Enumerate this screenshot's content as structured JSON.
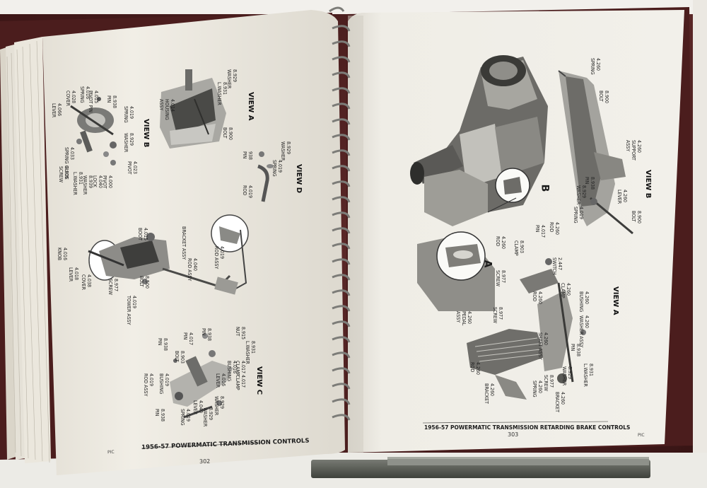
{
  "left_page": {
    "caption": "1956-57 POWERMATIC TRANSMISSION CONTROLS",
    "page_number": "302",
    "corner_mark": "PIC",
    "view_labels": [
      "VIEW B",
      "VIEW A",
      "VIEW D",
      "VIEW C"
    ],
    "part_labels": [
      "4.066\nLEVER",
      "4.028\nCOVER",
      "4.016\nSPRING",
      "4.015\nPIVOT PIN",
      "8.938\nPIN",
      "4.019\nSPRING",
      "4.033\nSPRING GUIDE",
      "8.929\nWASHER",
      "4.023\nPIVOT",
      "8.905\nSCREW",
      "8.931\nL.WASHER",
      "8.939\nWASHER",
      "4.040\nLOCK",
      "4.000\nPIVOT",
      "4.014\nHOUSING\nASSY",
      "8.929\nWASHER",
      "8.931\nL.WASHER",
      "8.900\nBOLT",
      "938\nPIN",
      "8.929\nWASHER",
      "4.019\nSPRING",
      "4.019\nROD",
      "4.016\nKNOB",
      "4.018\nLEVER",
      "4.038\nCOVER",
      "8.977\nSCREW",
      "4.019\nTOWER ASSY",
      "4.015\nBOOT",
      "8.500\nBOLT",
      "BRACKET ASSY",
      "4.019\nROD ASSY",
      "4.040\nROD ASSY",
      "8.938\nPIN",
      "4.017\nPIN",
      "8.938\nPIN",
      "8.915\nNUT",
      "8.931\nL.WASHER",
      "4.019\nROD ASSY",
      "8.903\nBOLT",
      "4.016\nBUSHING",
      "4.017\nCLAMP",
      "4.019\nBUSHING",
      "4.016\nLEVER",
      "4.017\nCLAMP",
      "8.938\nPIN",
      "4.019\nSPRING",
      "4.040\nLEVER",
      "8.929\nWASHER",
      "8.929\nWASHER"
    ]
  },
  "right_page": {
    "caption": "1956-57 POWERMATIC TRANSMISSION RETARDING BRAKE CONTROLS",
    "page_number": "303",
    "corner_mark": "PIC",
    "view_labels": [
      "VIEW B",
      "VIEW A"
    ],
    "callout_letters": [
      "A",
      "B"
    ],
    "part_labels": [
      "4.260\nSPRING",
      "8.900\nBOLT",
      "4.260\nSUPPORT\nASSY",
      "4.260\nLEVER",
      "8.900\nBOLT",
      "8.938\nPIN",
      "8.929\nWASHER",
      "4.019\nSPRING",
      "4.260\nROD",
      "4.260\nROD",
      "8.903\nCLAMP",
      "4.017\nPIN",
      "8.977\nSCREW",
      "2.447\nSWITCH",
      "4.260\nCLAMP",
      "4.260\nROD",
      "4.260\nBUSHING",
      "4.260\nSHAFT ASSY",
      "4.260\nWASHER ASSY",
      "4.260\nPEDAL\nASSY",
      "8.977\nSCREW",
      "4.260\nBRACKET",
      "4.260\nROD",
      "8.938\nPIN",
      "8.931\nL.WASHER",
      "8.929\nWASHER",
      "4.260\nSPRING",
      "8.977\nSCREW",
      "4.260\nBRACKET"
    ]
  },
  "colors": {
    "binder": "#4a1f1f",
    "page": "#efece4",
    "text": "#1b1b1b",
    "metal": "#9a9994",
    "pencil": "#5a5c55"
  }
}
